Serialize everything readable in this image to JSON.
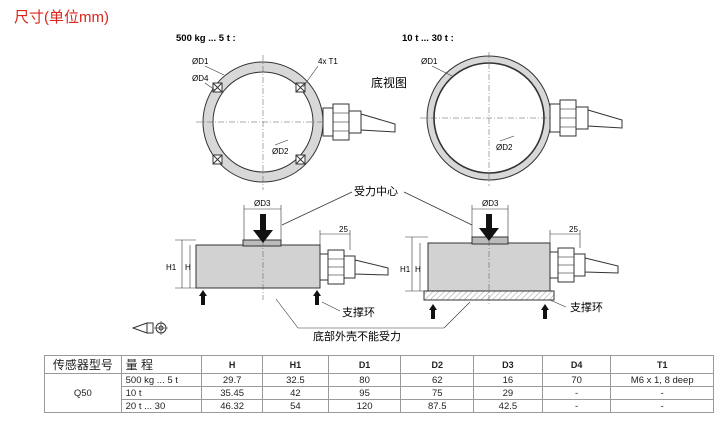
{
  "title": "尺寸(单位mm)",
  "views": {
    "left_range": "500 kg ... 5 t :",
    "right_range": "10 t ... 30 t :",
    "bottom_view": "底视图"
  },
  "labels": {
    "d1": "ØD1",
    "d4": "ØD4",
    "t1": "4x T1",
    "d2": "ØD2",
    "d3": "ØD3",
    "h1": "H1",
    "h": "H",
    "dim25": "25",
    "load_center": "受力中心",
    "support_ring": "支撑环",
    "no_force": "底部外壳不能受力"
  },
  "table": {
    "headers": [
      "传感器型号",
      "量  程",
      "H",
      "H1",
      "D1",
      "D2",
      "D3",
      "D4",
      "T1"
    ],
    "model": "Q50",
    "rows": [
      [
        "500 kg ... 5 t",
        "29.7",
        "32.5",
        "80",
        "62",
        "16",
        "70",
        "M6 x 1, 8 deep"
      ],
      [
        "10 t",
        "35.45",
        "42",
        "95",
        "75",
        "29",
        "-",
        "-"
      ],
      [
        "20 t ... 30",
        "46.32",
        "54",
        "120",
        "87.5",
        "42.5",
        "-",
        "-"
      ]
    ]
  }
}
